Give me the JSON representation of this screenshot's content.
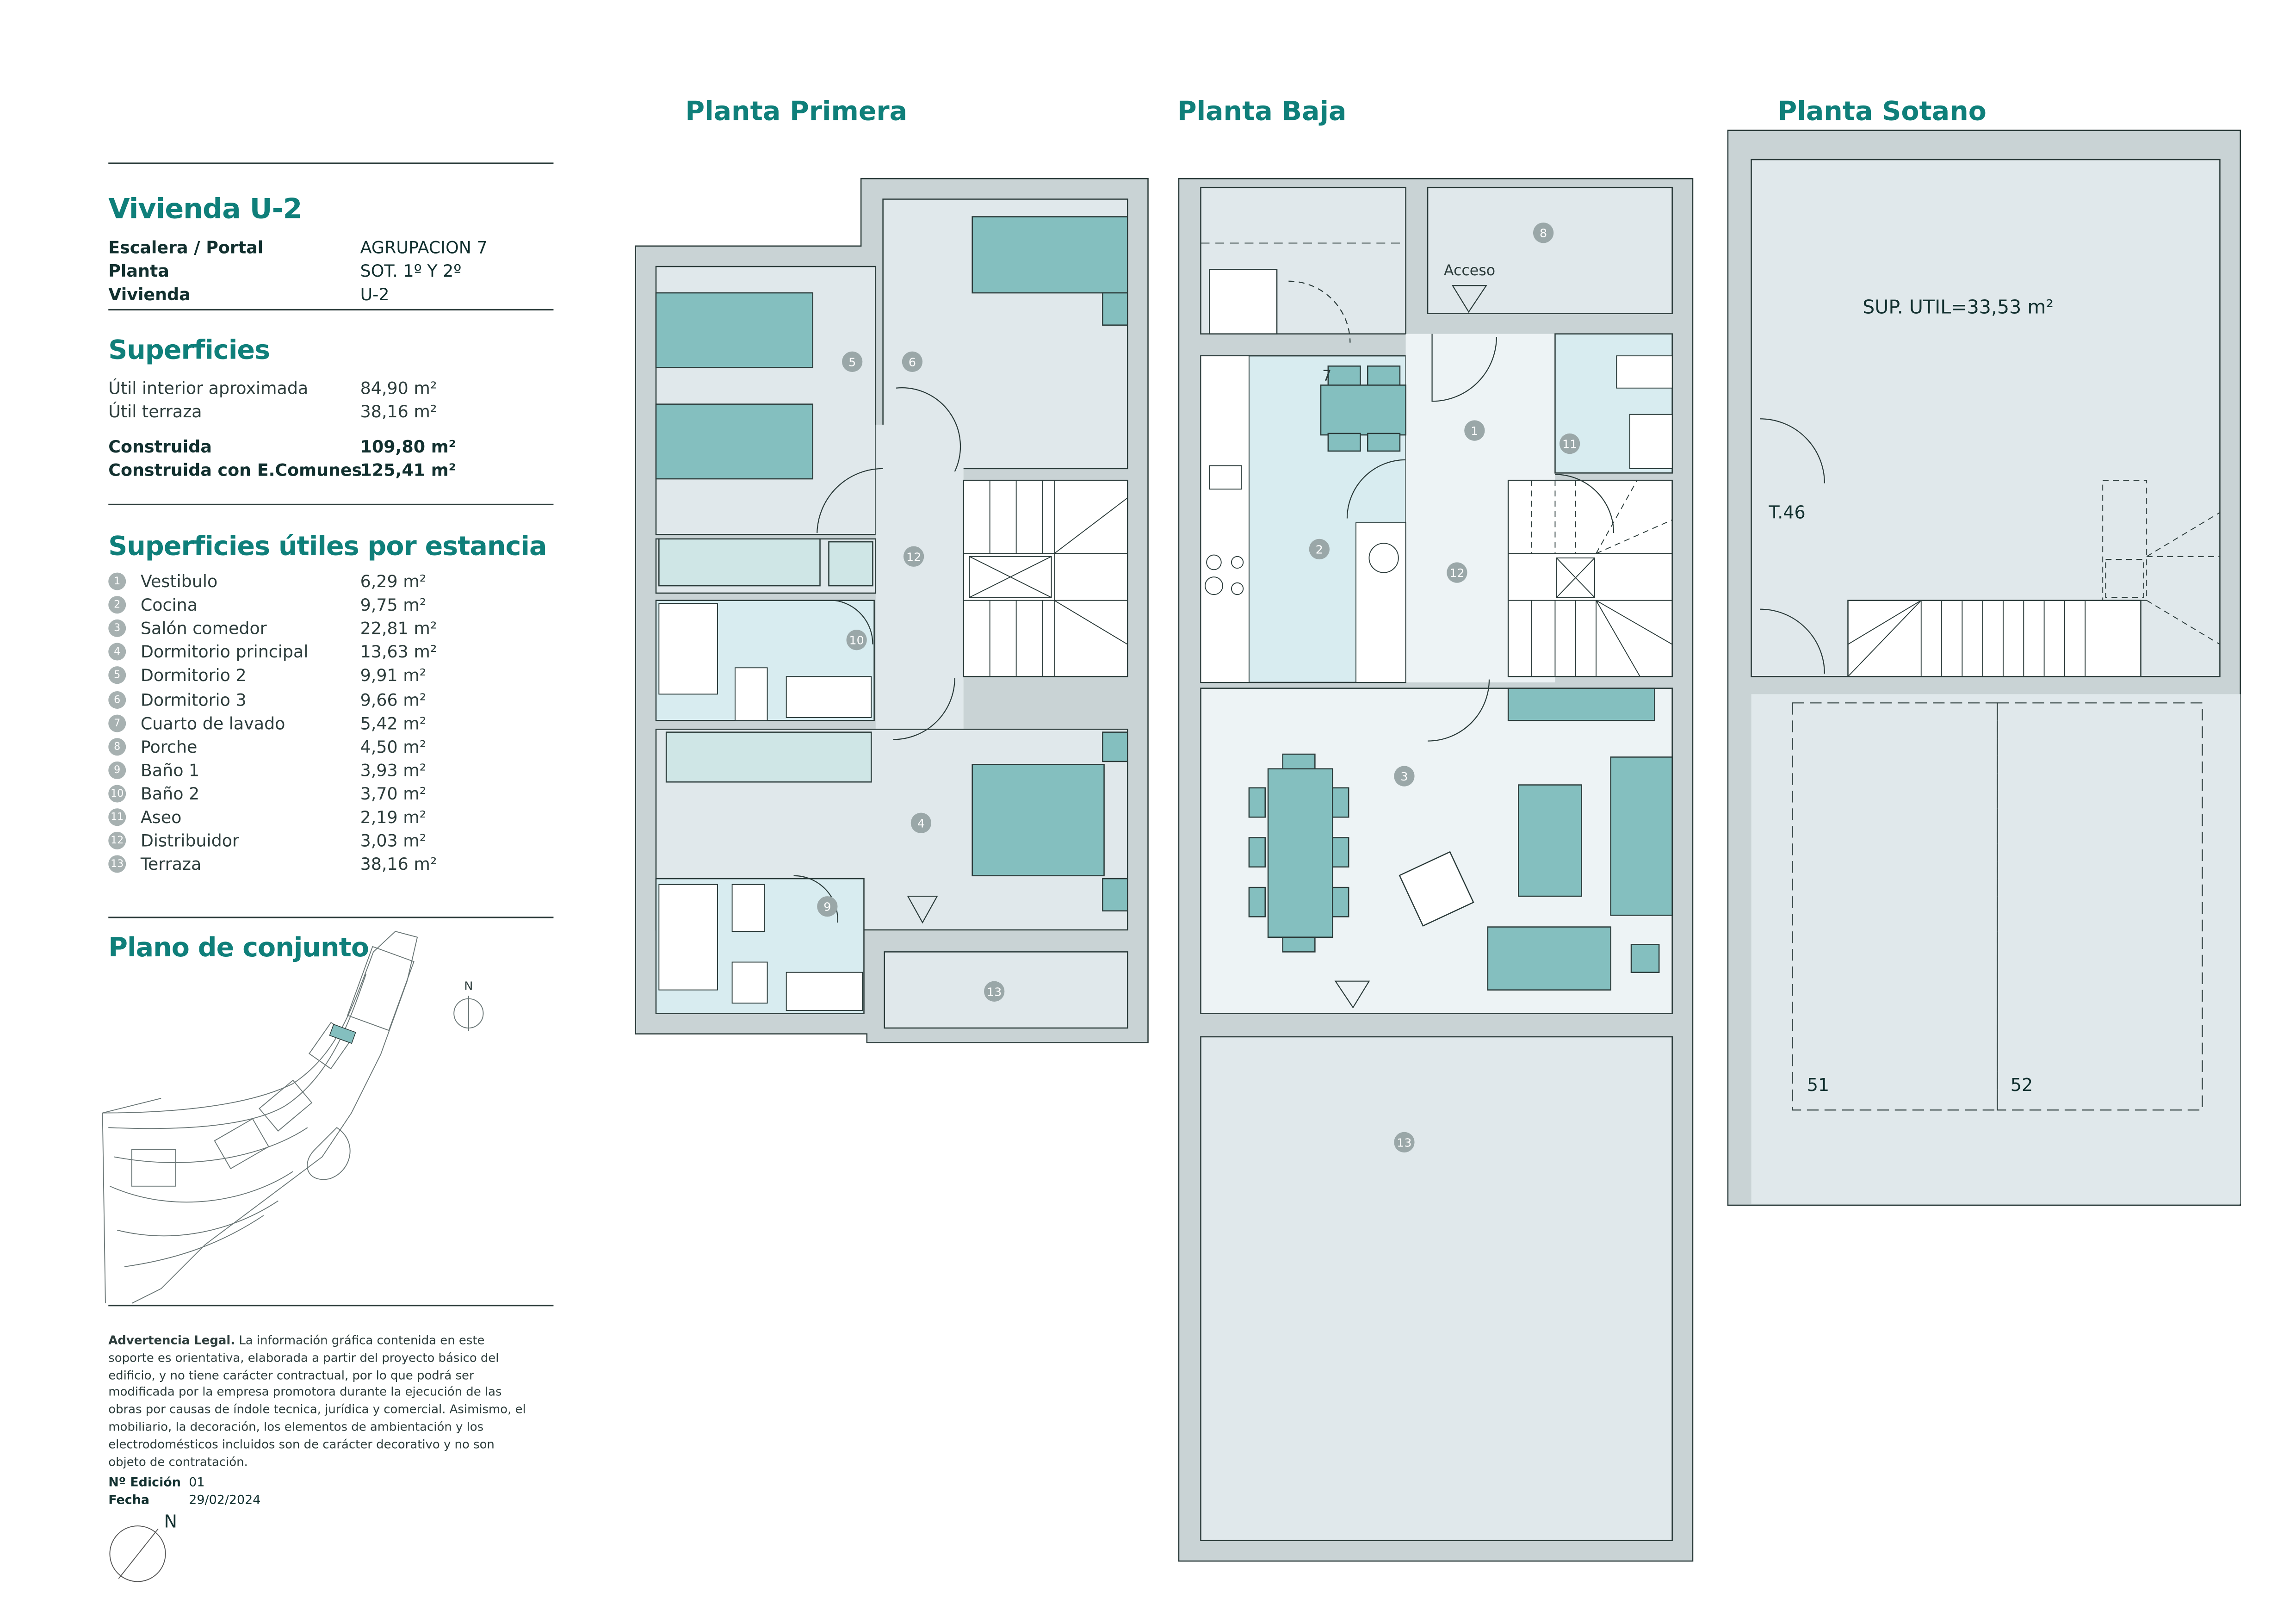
{
  "unit": {
    "title": "Vivienda U-2",
    "info": [
      {
        "label": "Escalera / Portal",
        "value": "AGRUPACION 7"
      },
      {
        "label": "Planta",
        "value": "SOT. 1º Y 2º"
      },
      {
        "label": "Vivienda",
        "value": "U-2"
      }
    ]
  },
  "surfaces": {
    "title": "Superficies",
    "useful": [
      {
        "label": "Útil interior aproximada",
        "value": "84,90 m²"
      },
      {
        "label": "Útil terraza",
        "value": "38,16 m²"
      }
    ],
    "built": [
      {
        "label": "Construida",
        "value": "109,80 m²"
      },
      {
        "label": "Construida con E.Comunes",
        "value": "125,41 m²"
      }
    ]
  },
  "rooms": {
    "title": "Superficies útiles por estancia",
    "items": [
      {
        "num": "1",
        "label": "Vestibulo",
        "value": "6,29 m²"
      },
      {
        "num": "2",
        "label": "Cocina",
        "value": "9,75 m²"
      },
      {
        "num": "3",
        "label": "Salón comedor",
        "value": "22,81 m²"
      },
      {
        "num": "4",
        "label": "Dormitorio principal",
        "value": "13,63 m²"
      },
      {
        "num": "5",
        "label": "Dormitorio 2",
        "value": "9,91 m²"
      },
      {
        "num": "6",
        "label": "Dormitorio 3",
        "value": "9,66 m²"
      },
      {
        "num": "7",
        "label": "Cuarto de lavado",
        "value": "5,42 m²"
      },
      {
        "num": "8",
        "label": "Porche",
        "value": "4,50 m²"
      },
      {
        "num": "9",
        "label": "Baño 1",
        "value": "3,93 m²"
      },
      {
        "num": "10",
        "label": "Baño 2",
        "value": "3,70 m²"
      },
      {
        "num": "11",
        "label": "Aseo",
        "value": "2,19 m²"
      },
      {
        "num": "12",
        "label": "Distribuidor",
        "value": "3,03 m²"
      },
      {
        "num": "13",
        "label": "Terraza",
        "value": "38,16 m²"
      }
    ]
  },
  "site_plan": {
    "title": "Plano de conjunto",
    "north": "N"
  },
  "legal": {
    "bold": "Advertencia Legal.",
    "text": " La información gráfica contenida en este soporte es orientativa, elaborada a partir del proyecto básico del edificio, y no tiene carácter contractual, por lo que podrá ser modificada por la empresa promotora durante la ejecución de las obras por causas de índole tecnica, jurídica y comercial. Asimismo, el mobiliario, la decoración, los elementos de ambientación y los electrodomésticos incluidos son de carácter decorativo y no son objeto de contratación."
  },
  "edition": {
    "label": "Nº Edición",
    "value": "01"
  },
  "date": {
    "label": "Fecha",
    "value": "29/02/2024"
  },
  "compass": {
    "north": "N"
  },
  "plans": {
    "primera": {
      "title": "Planta Primera",
      "rooms": [
        "5",
        "6",
        "12",
        "10",
        "4",
        "9",
        "13"
      ]
    },
    "baja": {
      "title": "Planta Baja",
      "access": "Acceso",
      "rooms": [
        "8",
        "1",
        "11",
        "2",
        "12",
        "3",
        "13"
      ],
      "laundry": "7"
    },
    "sotano": {
      "title": "Planta Sotano",
      "area": "SUP. UTIL=33,53 m²",
      "storage": "T.46",
      "parking": [
        "51",
        "52"
      ]
    }
  },
  "colors": {
    "accent": "#0f7f7a",
    "wall": "#c9d3d5",
    "room": "#e0e8eb",
    "wet": "#d8ecf0",
    "furniture": "#84bfbf",
    "badge": "#9aa7a8"
  }
}
